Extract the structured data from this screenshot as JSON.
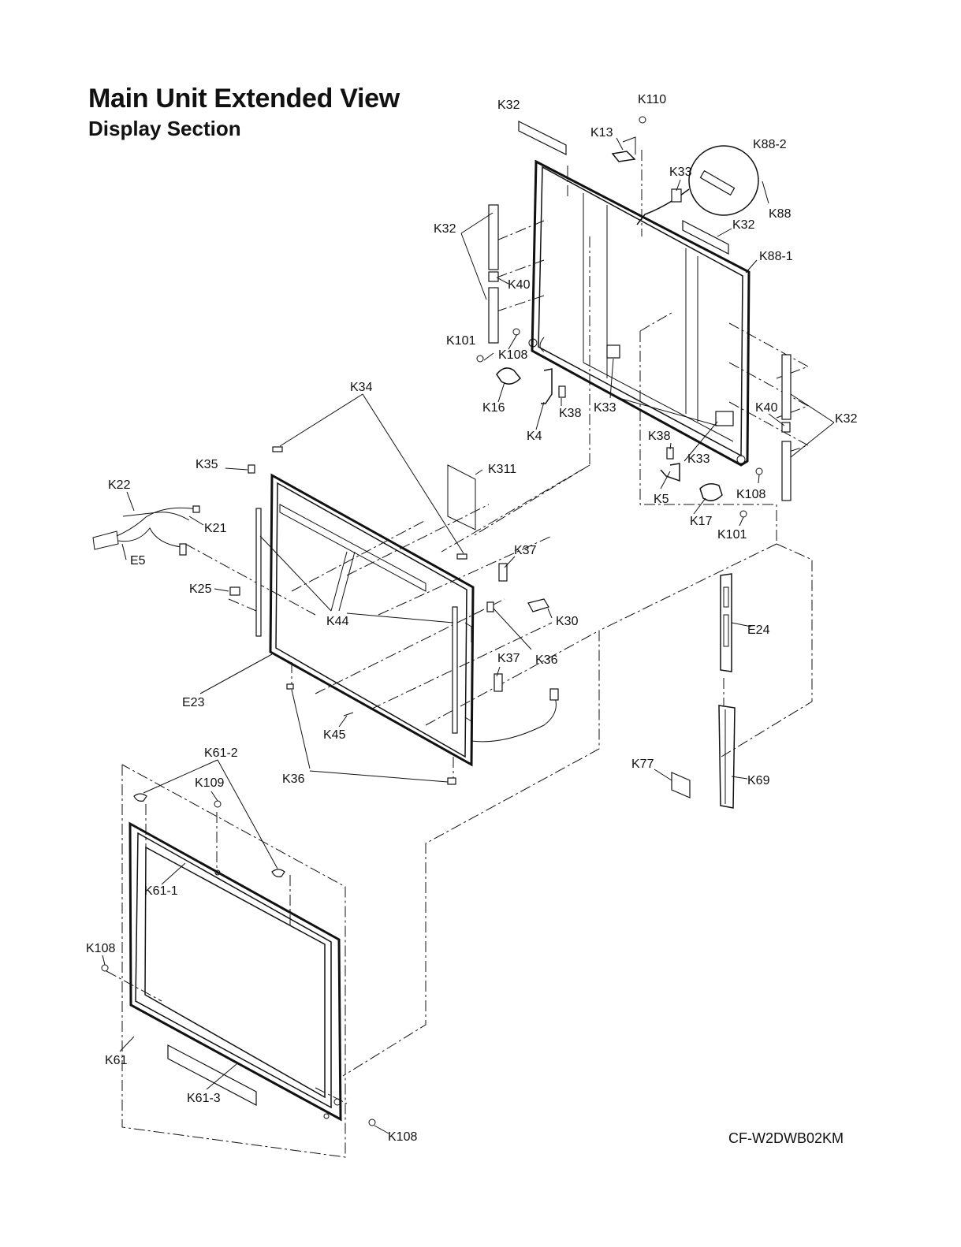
{
  "header": {
    "title": "Main Unit Extended View",
    "subtitle": "Display Section"
  },
  "footer": {
    "model_code": "CF-W2DWB02KM"
  },
  "labels": {
    "k32_a": "K32",
    "k110": "K110",
    "k13": "K13",
    "k88_2": "K88-2",
    "k33_a": "K33",
    "k88": "K88",
    "k32_b": "K32",
    "k32_c": "K32",
    "k88_1": "K88-1",
    "k40_a": "K40",
    "k101_a": "K101",
    "k108_a": "K108",
    "k16": "K16",
    "k38_a": "K38",
    "k33_b": "K33",
    "k4": "K4",
    "k40_b": "K40",
    "k32_d": "K32",
    "k34": "K34",
    "k38_b": "K38",
    "k33_c": "K33",
    "k35": "K35",
    "k311": "K311",
    "k5": "K5",
    "k108_b": "K108",
    "k22": "K22",
    "k17": "K17",
    "k21": "K21",
    "k101_b": "K101",
    "e5": "E5",
    "k37_a": "K37",
    "k25": "K25",
    "k44": "K44",
    "k30": "K30",
    "e24": "E24",
    "k36_a": "K36",
    "k37_b": "K37",
    "e23": "E23",
    "k45": "K45",
    "k61_2": "K61-2",
    "k77": "K77",
    "k69": "K69",
    "k36_b": "K36",
    "k109": "K109",
    "k61_1": "K61-1",
    "k108_c": "K108",
    "k61": "K61",
    "k61_3": "K61-3",
    "k108_d": "K108"
  }
}
